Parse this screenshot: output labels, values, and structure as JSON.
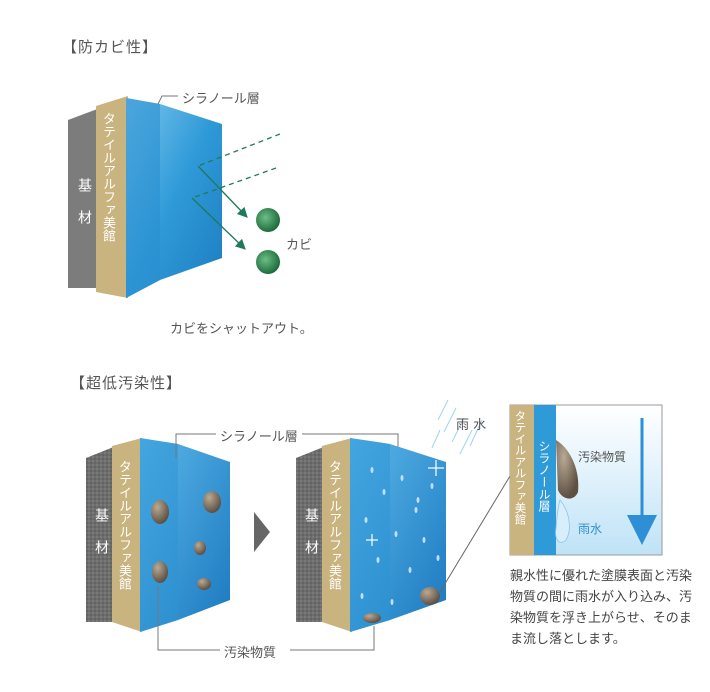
{
  "section1": {
    "heading": "【防カビ性】",
    "silanol_label": "シラノール層",
    "kabi_label": "カビ",
    "base_label": "基　材",
    "coat_label": "タテイルアルファ美館",
    "caption": "カビをシャットアウト。"
  },
  "section2": {
    "heading": "【超低汚染性】",
    "silanol_label": "シラノール層",
    "base_label_left": "基　材",
    "coat_label_left": "タテイルアルファ美館",
    "base_label_right": "基　材",
    "coat_label_right": "タテイルアルファ美館",
    "dirt_label": "汚染物質",
    "rain_label": "雨 水"
  },
  "detail": {
    "coat_label": "タテイルアルファ美館",
    "silanol_label": "シラノール層",
    "dirt_label": "汚染物質",
    "water_label": "雨水",
    "description": "親水性に優れた塗膜表面と汚染物質の間に雨水が入り込み、汚染物質を浮き上がらせ、そのまま流し落とします。"
  },
  "colors": {
    "base_gray": "#7a7a7a",
    "coat_tan": "#c9b37e",
    "silanol_blue": "#2f9ad8",
    "mold_green": "#2f7d4e",
    "arrow_green": "#1f7a5a"
  }
}
